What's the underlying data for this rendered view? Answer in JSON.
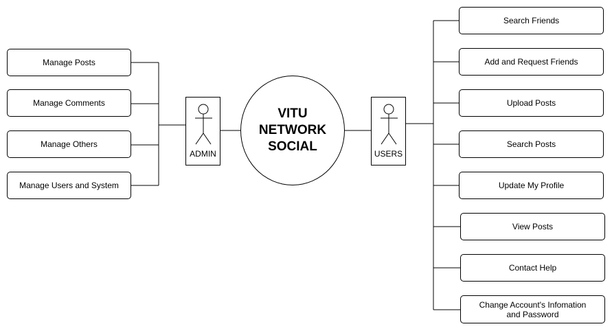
{
  "center": {
    "lines": [
      "VITU",
      "NETWORK",
      "SOCIAL"
    ]
  },
  "admin": {
    "label": "ADMIN",
    "functions": [
      "Manage Posts",
      "Manage Comments",
      "Manage Others",
      "Manage Users and System"
    ]
  },
  "users": {
    "label": "USERS",
    "functions": [
      "Search Friends",
      "Add and Request Friends",
      "Upload Posts",
      "Search Posts",
      "Update My Profile",
      "View Posts",
      "Contact Help",
      "Change Account's Infomation and Password"
    ]
  }
}
